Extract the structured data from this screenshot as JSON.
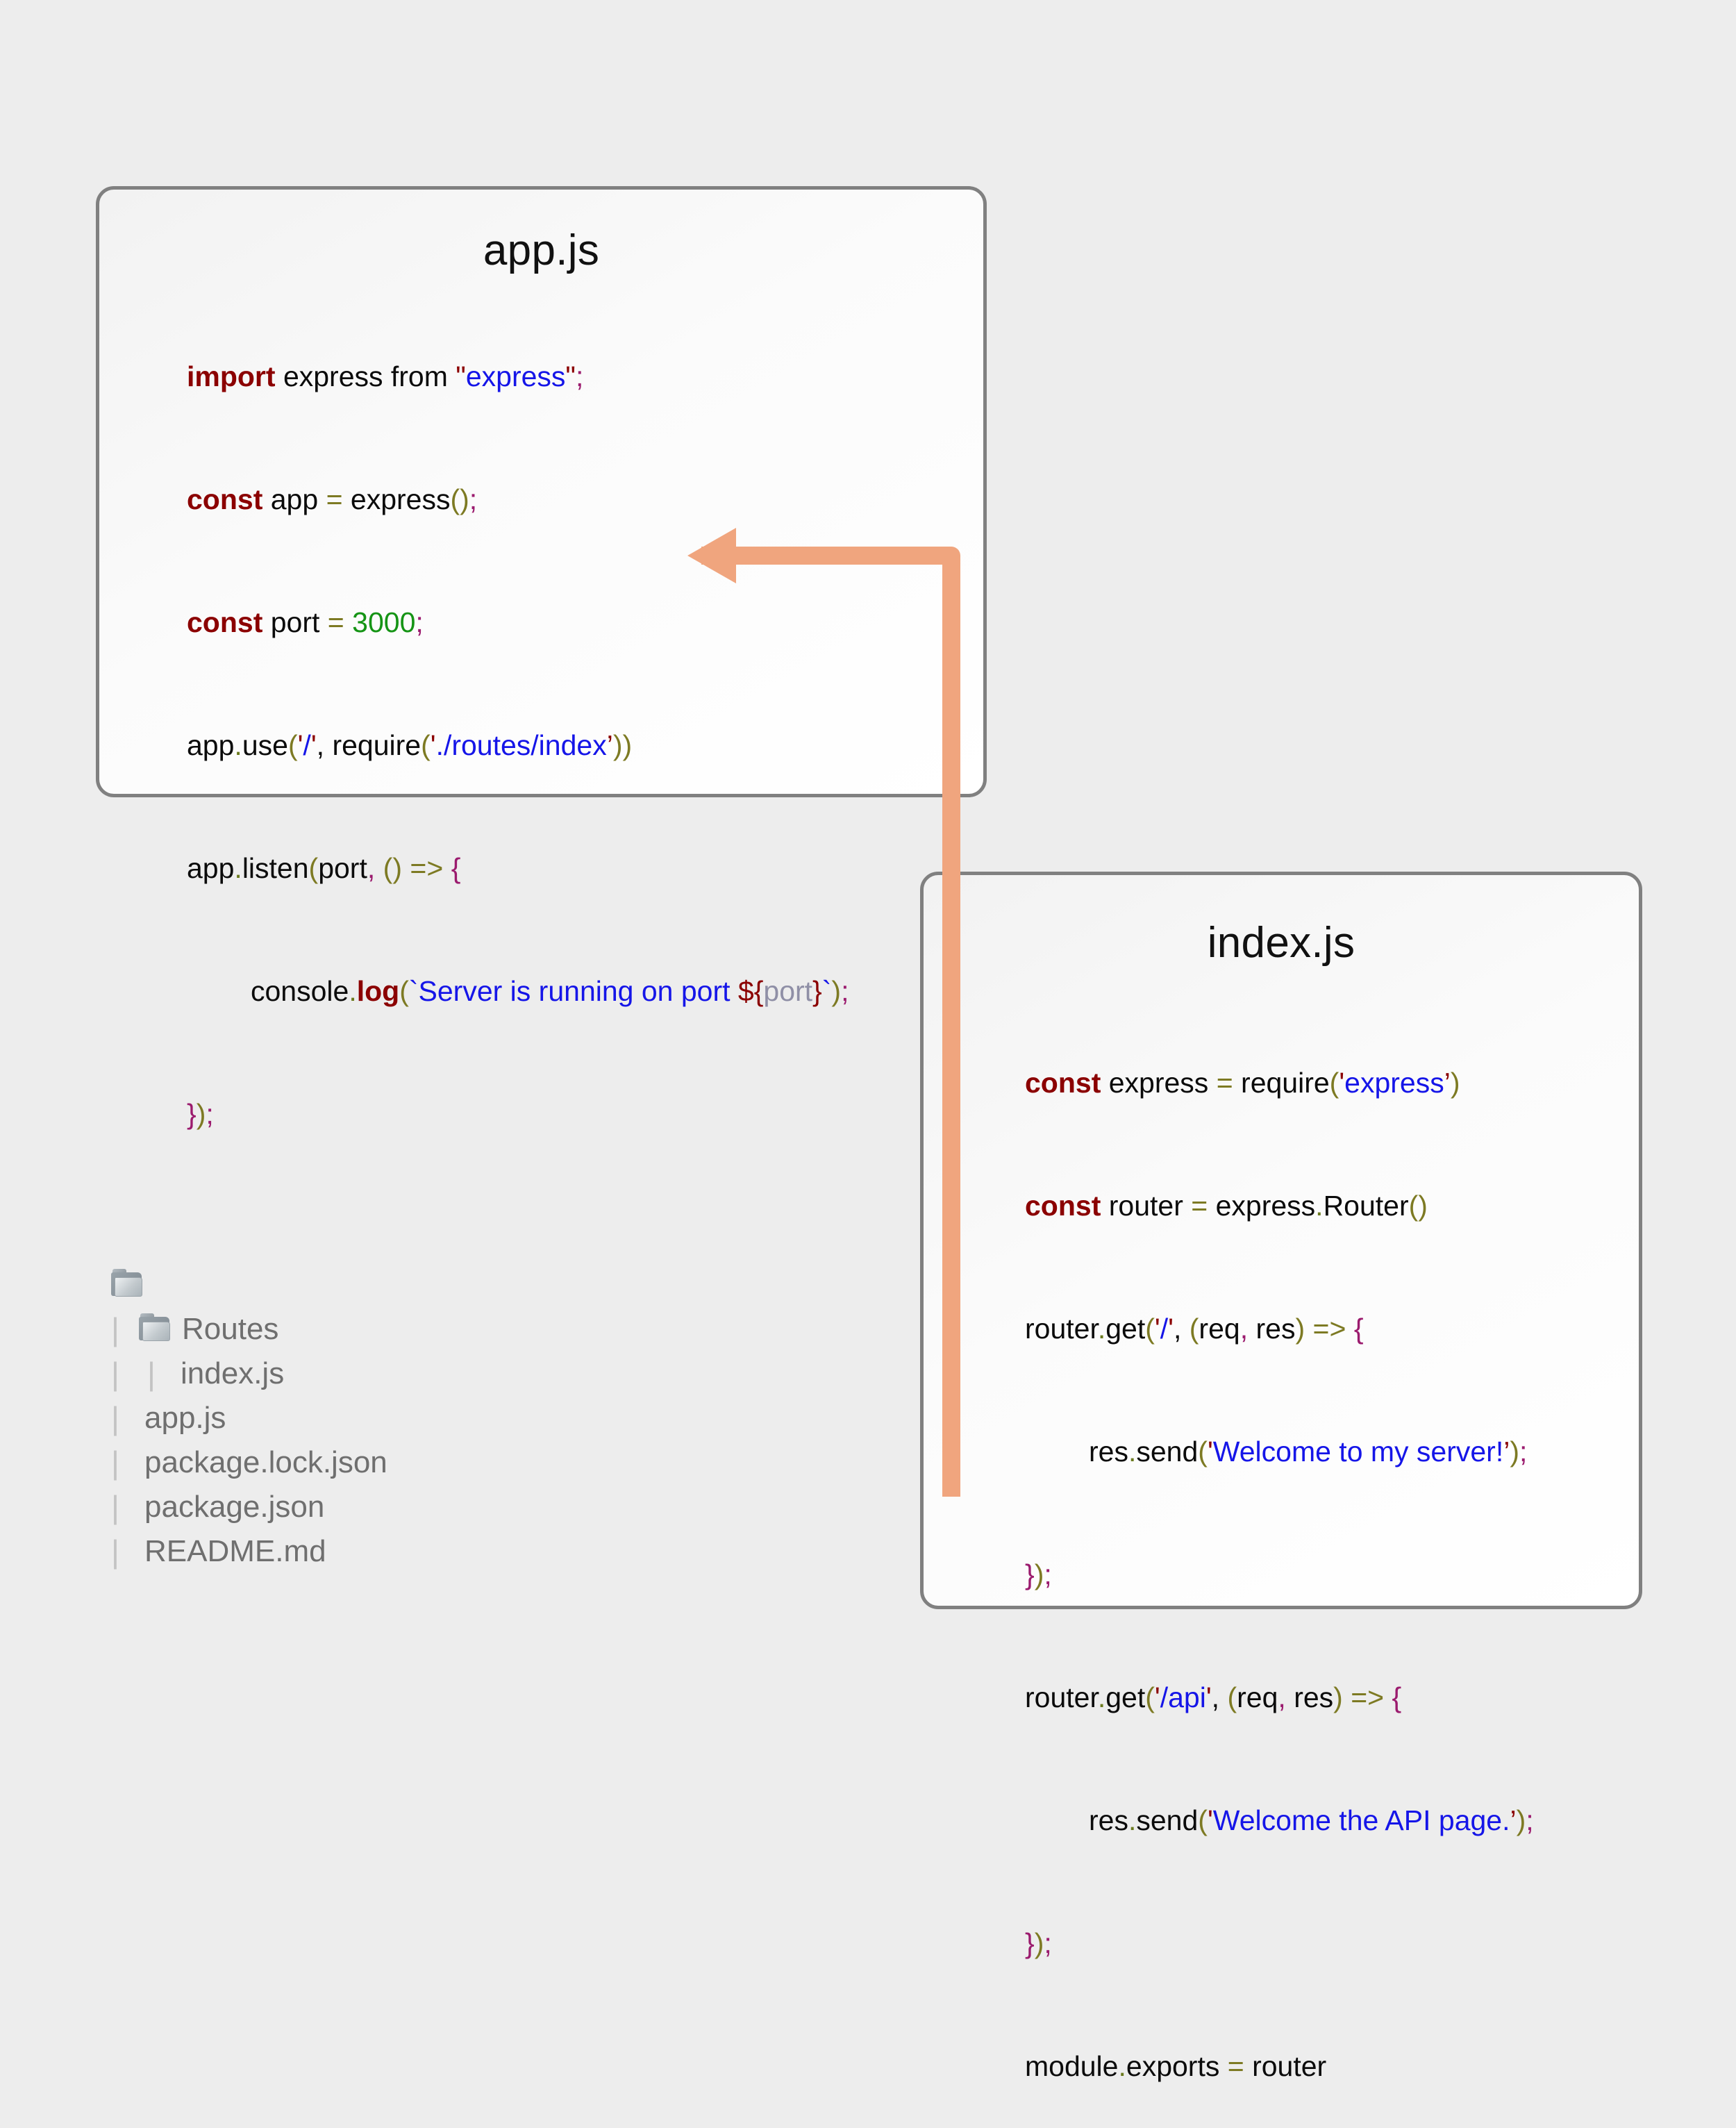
{
  "background_color": "#ededed",
  "panels": [
    {
      "id": "app-js",
      "title": "app.js",
      "border_color": "#808080"
    },
    {
      "id": "index-js",
      "title": "index.js",
      "border_color": "#808080"
    }
  ],
  "app_js": {
    "title": "app.js",
    "lines": [
      "import express from \"express\";",
      "",
      "const app = express();",
      "const port = 3000;",
      "",
      "app.use('/', require('./routes/index'))",
      "",
      "app.listen(port, () => {",
      "    console.log(`Server is running on port ${port}`);",
      "});"
    ],
    "tokens": {
      "import_kw": "import",
      "import_rest": " express from ",
      "import_string": "express",
      "const_kw": "const",
      "app_name": " app ",
      "equals": "=",
      "express_call": " express",
      "port_name": " port ",
      "port_value": "3000",
      "app_use": "app",
      "use_method": "use",
      "route_root": "/",
      "require_fn": "require",
      "require_path": "./routes/index",
      "app_listen": "app",
      "listen_method": "listen",
      "listen_args": "port, ",
      "arrow": "=> ",
      "console": "console",
      "log_method": "log",
      "log_message": "Server is running on port ",
      "interp_var": "port"
    }
  },
  "index_js": {
    "title": "index.js",
    "lines": [
      "const express = require('express')",
      "const router = express.Router()",
      "",
      "router.get('/', (req, res) => {",
      "    res.send('Welcome to my server!');",
      "});",
      "",
      "router.get('/api', (req, res) => {",
      "    res.send('Welcome the API page.');",
      "});",
      "",
      "module.exports = router"
    ],
    "tokens": {
      "const_kw": "const",
      "express_var": " express ",
      "router_var": " router ",
      "equals": "=",
      "require_fn": " require",
      "express_string": "express",
      "express_router": " express",
      "router_method": "Router",
      "router_obj": "router",
      "get_method": "get",
      "path_root": "/",
      "path_api": "/api",
      "req_res": "(req, res) ",
      "arrow": "=> ",
      "res_obj": "res",
      "send_method": "send",
      "message_root": "Welcome to my server!",
      "message_api": "Welcome the API page.",
      "module_obj": "module",
      "exports_prop": "exports",
      "exports_value": " router"
    }
  },
  "file_tree": {
    "root_folder_name": "",
    "items": [
      {
        "label": "",
        "type": "folder",
        "depth": 0
      },
      {
        "label": "Routes",
        "type": "folder",
        "depth": 1
      },
      {
        "label": "index.js",
        "type": "file",
        "depth": 2
      },
      {
        "label": "app.js",
        "type": "file",
        "depth": 1
      },
      {
        "label": "package.lock.json",
        "type": "file",
        "depth": 1
      },
      {
        "label": "package.json",
        "type": "file",
        "depth": 1
      },
      {
        "label": "README.md",
        "type": "file",
        "depth": 1
      }
    ]
  },
  "connector": {
    "color": "#f0a57e",
    "description": "arrow from module.exports in index.js to require('./routes/index') in app.js",
    "direction": "right-to-left"
  },
  "syntax_colors": {
    "keyword": "#8B0000",
    "string": "#1515E8",
    "quote": "#8B0000",
    "number": "#159415",
    "operator": "#7D7A23",
    "paren": "#7D7A23",
    "semicolon": "#9B1B6E",
    "brace": "#9B1B6E",
    "plain": "#0b0b0b",
    "interp_var": "#8F8FA6"
  }
}
